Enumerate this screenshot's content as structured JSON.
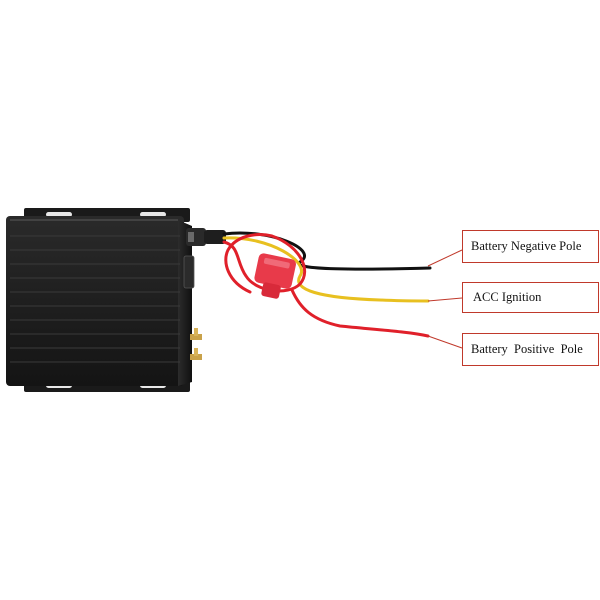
{
  "labels": {
    "battery_negative": "Battery Negative Pole",
    "acc_ignition": "ACC Ignition",
    "battery_positive": "Battery  Positive  Pole"
  },
  "colors": {
    "device_body": "#1e1e1e",
    "wire_black": "#111111",
    "wire_yellow": "#e8c020",
    "wire_red": "#e0202a",
    "fuse_holder": "#e83a4a",
    "callout_border": "#c0392b",
    "background": "#ffffff"
  },
  "components": {
    "device": "vehicle-dvr-box",
    "fuse": "inline-fuse-holder",
    "connector": "power-connector-plug",
    "antenna_connectors": "gold-sma-connectors"
  }
}
